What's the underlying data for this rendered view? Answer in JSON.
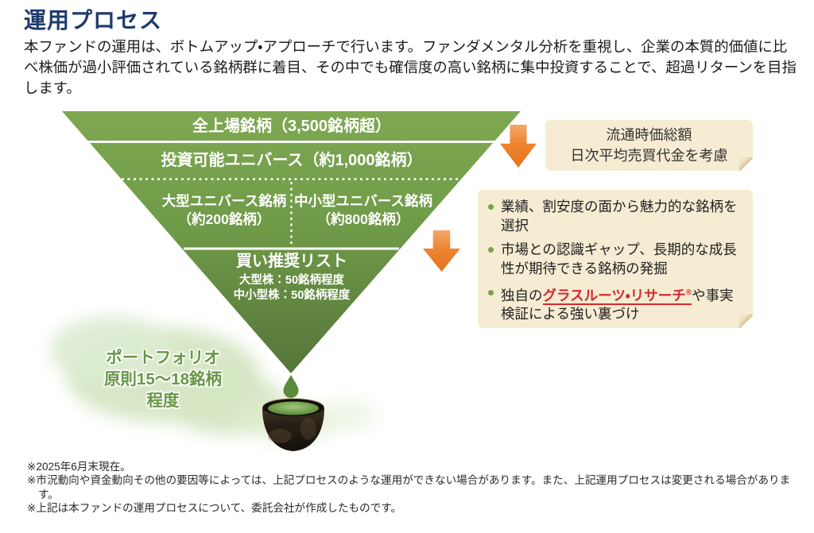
{
  "header": {
    "title": "運用プロセス",
    "intro": "本ファンドの運用は、ボトムアップ・アプローチで行います。ファンダメンタル分析を重視し、企業の本質的価値に比べ株価が過小評価されている銘柄群に着目、その中でも確信度の高い銘柄に集中投資することで、超過リターンを目指します。"
  },
  "funnel": {
    "level1": "全上場銘柄（3,500銘柄超）",
    "level2": "投資可能ユニバース（約1,000銘柄）",
    "level3_left_line1": "大型ユニバース銘柄",
    "level3_left_line2": "（約200銘柄）",
    "level3_right_line1": "中小型ユニバース銘柄",
    "level3_right_line2": "（約800銘柄）",
    "level4_title": "買い推奨リスト",
    "level4_sub1": "大型株：50銘柄程度",
    "level4_sub2": "中小型株：50銘柄程度"
  },
  "liquidity_note": {
    "line1": "流通時価総額",
    "line2": "日次平均売買代金を考慮"
  },
  "selection_points": {
    "item1": "業績、割安度の面から魅力的な銘柄を選択",
    "item2": "市場との認識ギャップ、長期的な成長性が期待できる銘柄の発掘",
    "item3_pre": "独自の",
    "item3_highlight": "グラスルーツ・リサーチ",
    "item3_reg_mark": "®",
    "item3_post": "や事実検証による強い裏づけ"
  },
  "portfolio_label": {
    "line1": "ポートフォリオ",
    "line2": "原則15～18銘柄",
    "line3": "程度"
  },
  "footnotes": {
    "note1": "※2025年6月末現在。",
    "note2": "※市況動向や資金動向その他の要因等によっては、上記プロセスのような運用ができない場合があります。また、上記運用プロセスは変更される場合があります。",
    "note3": "※上記は本ファンドの運用プロセスについて、委託会社が作成したものです。"
  },
  "colors": {
    "title_navy": "#1f3a6d",
    "funnel_green_top": "#7ea851",
    "funnel_green_bottom": "#557539",
    "arrow_orange": "#e87e26",
    "note_box_cream": "#f6ecd3",
    "highlight_red": "#d7282d",
    "portfolio_green": "#679745",
    "bullet_green": "#7ba14c"
  }
}
